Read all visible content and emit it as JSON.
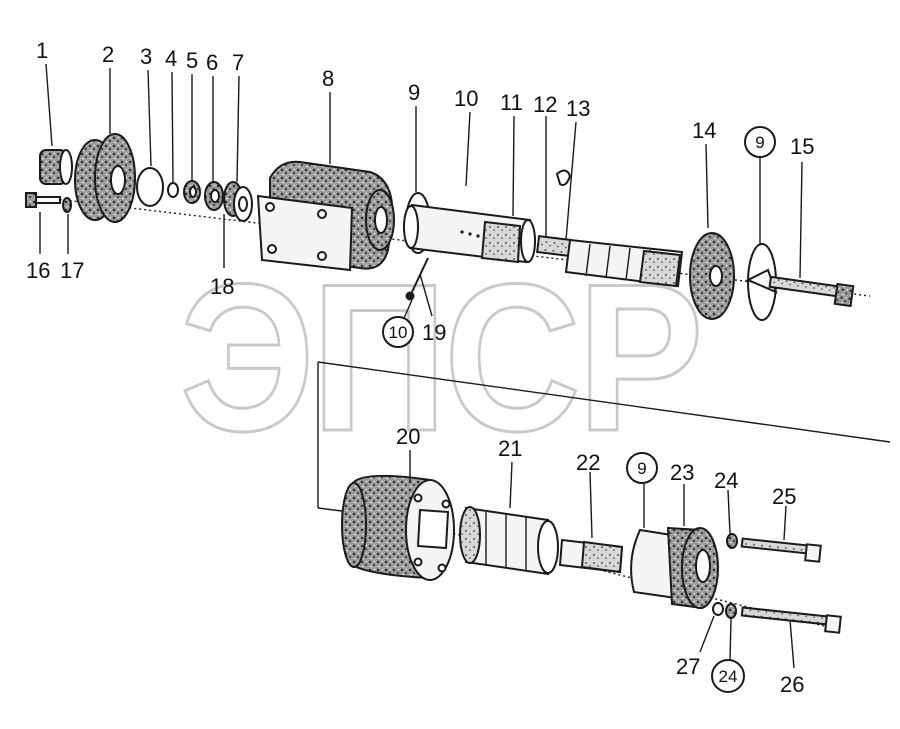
{
  "colors": {
    "ink": "#1a1a1a",
    "speckle_fill": "#7a7a7a",
    "light_fill": "#f4f4f4",
    "watermark": "#c9c9c9"
  },
  "watermark": {
    "text": "ЭПСР"
  },
  "callouts": {
    "c1": "1",
    "c2": "2",
    "c3": "3",
    "c4": "4",
    "c5": "5",
    "c6": "6",
    "c7": "7",
    "c8": "8",
    "c9": "9",
    "c10": "10",
    "c11": "11",
    "c12": "12",
    "c13": "13",
    "c14": "14",
    "c15": "15",
    "c16": "16",
    "c17": "17",
    "c18": "18",
    "c19": "19",
    "c20": "20",
    "c21": "21",
    "c22": "22",
    "c23": "23",
    "c24": "24",
    "c25": "25",
    "c26": "26",
    "c27": "27"
  },
  "circled_callouts": {
    "c9a": "9",
    "c10b": "10",
    "c9b": "9",
    "c24b": "24"
  }
}
